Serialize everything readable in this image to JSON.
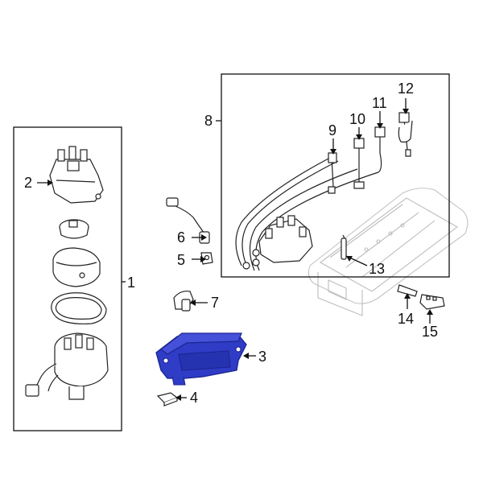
{
  "callouts": [
    {
      "id": "1",
      "text": "1"
    },
    {
      "id": "2",
      "text": "2"
    },
    {
      "id": "3",
      "text": "3"
    },
    {
      "id": "4",
      "text": "4"
    },
    {
      "id": "5",
      "text": "5"
    },
    {
      "id": "6",
      "text": "6"
    },
    {
      "id": "7",
      "text": "7"
    },
    {
      "id": "8",
      "text": "8"
    },
    {
      "id": "9",
      "text": "9"
    },
    {
      "id": "10",
      "text": "10"
    },
    {
      "id": "11",
      "text": "11"
    },
    {
      "id": "12",
      "text": "12"
    },
    {
      "id": "13",
      "text": "13"
    },
    {
      "id": "14",
      "text": "14"
    },
    {
      "id": "15",
      "text": "15"
    }
  ],
  "colors": {
    "highlight": "#2f3cc6",
    "highlight_dark": "#1b2490",
    "line": "#111111",
    "ghost": "#bdbdbd"
  }
}
